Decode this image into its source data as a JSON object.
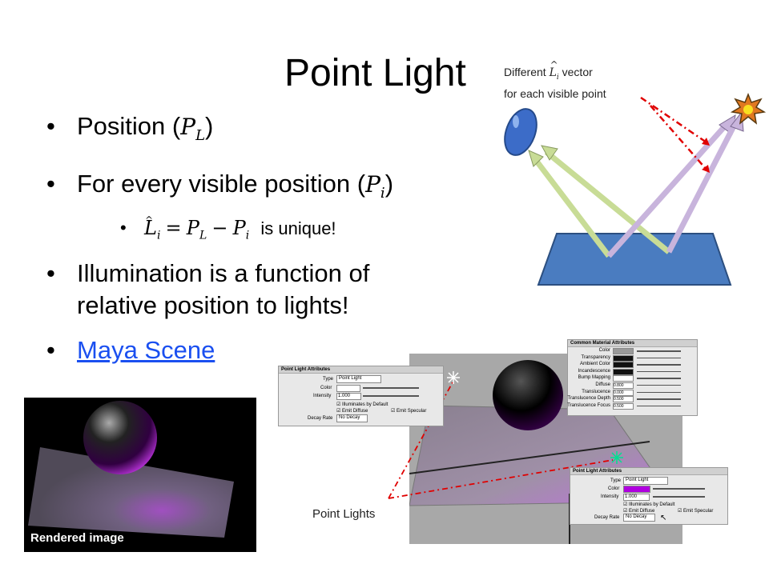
{
  "title": "Point Light",
  "annotation": {
    "line1_prefix": "Different",
    "line1_math": "L",
    "line1_math_sub": "i",
    "line1_suffix": "vector",
    "line2": "for each visible point"
  },
  "bullets": {
    "position_text": "Position (",
    "position_math": "P",
    "position_sub": "L",
    "position_close": ")",
    "every_text": "For every visible position (",
    "every_math": "P",
    "every_sub": "i",
    "every_close": ")",
    "formula_lhs": "L",
    "formula_lhs_sub": "i",
    "formula_eq": "=",
    "formula_p1": "P",
    "formula_p1_sub": "L",
    "formula_minus": "−",
    "formula_p2": "P",
    "formula_p2_sub": "i",
    "formula_suffix": "is unique!",
    "illum_line1": "Illumination is a function of",
    "illum_line2": "relative position to lights!",
    "link": "Maya Scene"
  },
  "labels": {
    "rendered": "Rendered image",
    "point_lights": "Point Lights"
  },
  "panels": {
    "light_top": {
      "header": "Point Light Attributes",
      "type_label": "Type",
      "type_value": "Point Light",
      "color_label": "Color",
      "intensity_label": "Intensity",
      "intensity_value": "1.000",
      "illum_default": "Illuminates by Default",
      "emit_diffuse": "Emit Diffuse",
      "emit_specular": "Emit Specular",
      "decay_label": "Decay Rate",
      "decay_value": "No Decay"
    },
    "material": {
      "header": "Common Material Attributes",
      "rows": [
        {
          "label": "Color",
          "value": ""
        },
        {
          "label": "Transparency",
          "value": ""
        },
        {
          "label": "Ambient Color",
          "value": ""
        },
        {
          "label": "Incandescence",
          "value": ""
        },
        {
          "label": "Bump Mapping",
          "value": ""
        },
        {
          "label": "Diffuse",
          "value": "0.800"
        },
        {
          "label": "Translucence",
          "value": "0.000"
        },
        {
          "label": "Translucence Depth",
          "value": "0.500"
        },
        {
          "label": "Translucence Focus",
          "value": "0.500"
        }
      ]
    },
    "light_bottom": {
      "header": "Point Light Attributes",
      "type_label": "Type",
      "type_value": "Point Light",
      "color_label": "Color",
      "intensity_label": "Intensity",
      "intensity_value": "1.000",
      "illum_default": "Illuminates by Default",
      "emit_diffuse": "Emit Diffuse",
      "emit_specular": "Emit Specular",
      "decay_label": "Decay Rate",
      "decay_value": "No Decay"
    }
  },
  "colors": {
    "link": "#1a4ff0",
    "plane": "#4a7cc0",
    "arrow_green": "#c8dc96",
    "arrow_purple": "#c8b4dc",
    "dash_red": "#e00000",
    "light_color_swatch": "#b000e0"
  }
}
